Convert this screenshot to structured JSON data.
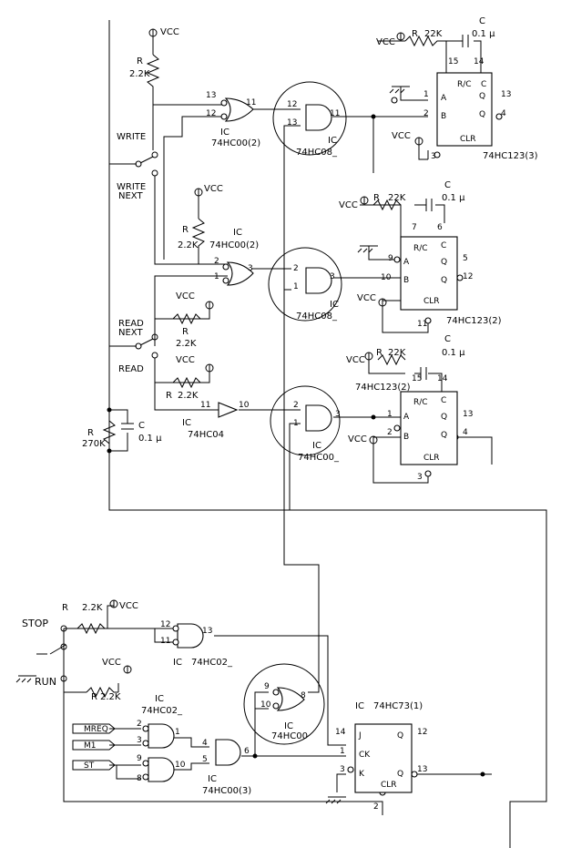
{
  "labels": {
    "vcc": "VCC",
    "r": "R",
    "c": "C",
    "ic": "IC",
    "r_22k": "22K",
    "r_2_2k": "2.2K",
    "r_270k": "270K",
    "c_01u": "0.1 μ",
    "write": "WRITE",
    "write_next_1": "WRITE",
    "write_next_2": "NEXT",
    "read_next_1": "READ",
    "read_next_2": "NEXT",
    "read": "READ",
    "stop": "STOP",
    "run": "RUN",
    "mreq": "MREQ",
    "m1": "M1",
    "st": "ST",
    "pin_rc": "R/C",
    "pin_c": "C",
    "pin_a": "A",
    "pin_b": "B",
    "pin_q": "Q",
    "pin_qbar": "Q",
    "pin_clr": "CLR",
    "pin_j": "J",
    "pin_k": "K",
    "pin_ck": "CK"
  },
  "ics": {
    "hc00_2_a": "74HC00(2)",
    "hc00_2_b": "74HC00(2)",
    "hc08_1": "74HC08_",
    "hc08_2": "74HC08_",
    "hc00_mid": "74HC00_",
    "hc04": "74HC04",
    "hc123_3": "74HC123(3)",
    "hc123_2a": "74HC123(2)",
    "hc123_2b": "74HC123(2)",
    "hc02_a": "74HC02_",
    "hc02_b": "74HC02_",
    "hc00_3": "74HC00(3)",
    "hc00_bot": "74HC00",
    "hc73": "74HC73(1)"
  },
  "pins": {
    "p1": "1",
    "p2": "2",
    "p3": "3",
    "p4": "4",
    "p5": "5",
    "p6": "6",
    "p7": "7",
    "p8": "8",
    "p9": "9",
    "p10": "10",
    "p11": "11",
    "p12": "12",
    "p13": "13",
    "p14": "14",
    "p15": "15"
  }
}
